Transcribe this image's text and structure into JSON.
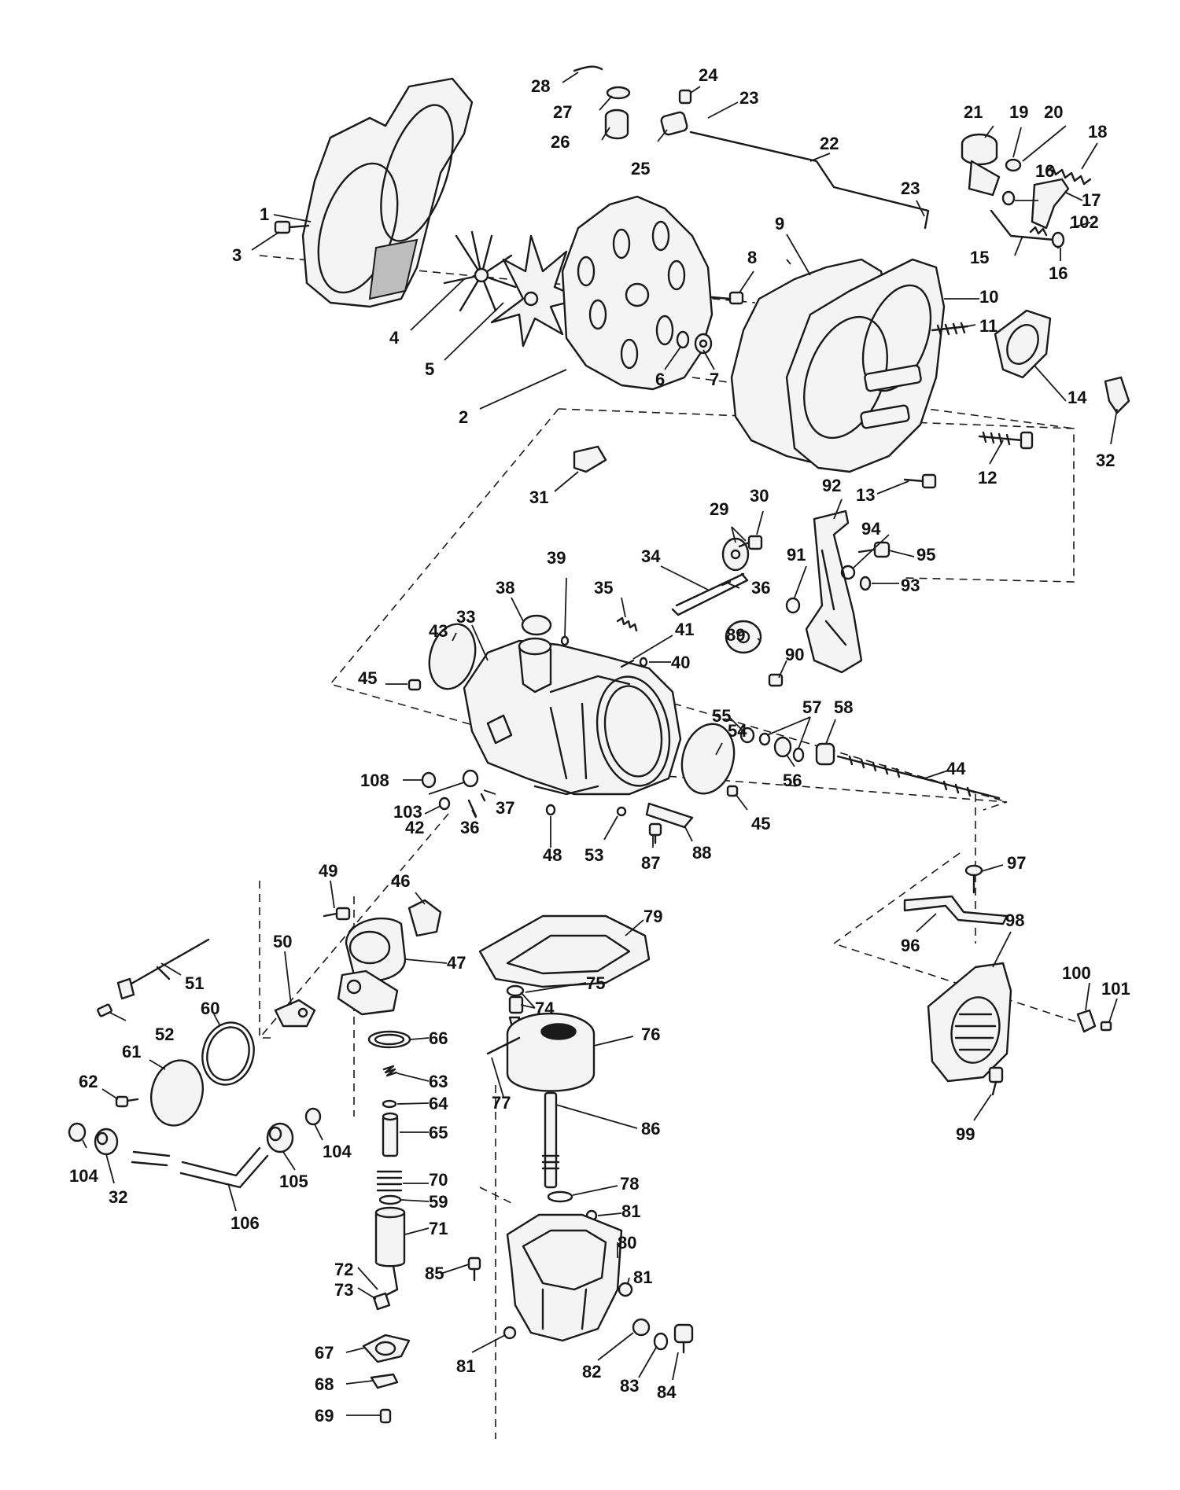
{
  "callouts": [
    {
      "n": "1"
    },
    {
      "n": "2"
    },
    {
      "n": "3"
    },
    {
      "n": "4"
    },
    {
      "n": "5"
    },
    {
      "n": "6"
    },
    {
      "n": "7"
    },
    {
      "n": "8"
    },
    {
      "n": "9"
    },
    {
      "n": "10"
    },
    {
      "n": "11"
    },
    {
      "n": "12"
    },
    {
      "n": "13"
    },
    {
      "n": "14"
    },
    {
      "n": "15"
    },
    {
      "n": "16"
    },
    {
      "n": "16"
    },
    {
      "n": "17"
    },
    {
      "n": "18"
    },
    {
      "n": "19"
    },
    {
      "n": "20"
    },
    {
      "n": "21"
    },
    {
      "n": "22"
    },
    {
      "n": "23"
    },
    {
      "n": "23"
    },
    {
      "n": "24"
    },
    {
      "n": "25"
    },
    {
      "n": "26"
    },
    {
      "n": "27"
    },
    {
      "n": "28"
    },
    {
      "n": "29"
    },
    {
      "n": "30"
    },
    {
      "n": "31"
    },
    {
      "n": "32"
    },
    {
      "n": "32"
    },
    {
      "n": "33"
    },
    {
      "n": "34"
    },
    {
      "n": "35"
    },
    {
      "n": "36"
    },
    {
      "n": "36"
    },
    {
      "n": "37"
    },
    {
      "n": "38"
    },
    {
      "n": "39"
    },
    {
      "n": "40"
    },
    {
      "n": "41"
    },
    {
      "n": "42"
    },
    {
      "n": "43"
    },
    {
      "n": "44"
    },
    {
      "n": "45"
    },
    {
      "n": "45"
    },
    {
      "n": "46"
    },
    {
      "n": "47"
    },
    {
      "n": "48"
    },
    {
      "n": "49"
    },
    {
      "n": "50"
    },
    {
      "n": "51"
    },
    {
      "n": "52"
    },
    {
      "n": "53"
    },
    {
      "n": "54"
    },
    {
      "n": "55"
    },
    {
      "n": "56"
    },
    {
      "n": "57"
    },
    {
      "n": "58"
    },
    {
      "n": "59"
    },
    {
      "n": "60"
    },
    {
      "n": "61"
    },
    {
      "n": "62"
    },
    {
      "n": "63"
    },
    {
      "n": "64"
    },
    {
      "n": "65"
    },
    {
      "n": "66"
    },
    {
      "n": "67"
    },
    {
      "n": "68"
    },
    {
      "n": "69"
    },
    {
      "n": "70"
    },
    {
      "n": "71"
    },
    {
      "n": "72"
    },
    {
      "n": "73"
    },
    {
      "n": "74"
    },
    {
      "n": "75"
    },
    {
      "n": "76"
    },
    {
      "n": "77"
    },
    {
      "n": "78"
    },
    {
      "n": "79"
    },
    {
      "n": "80"
    },
    {
      "n": "81"
    },
    {
      "n": "81"
    },
    {
      "n": "81"
    },
    {
      "n": "82"
    },
    {
      "n": "83"
    },
    {
      "n": "84"
    },
    {
      "n": "85"
    },
    {
      "n": "86"
    },
    {
      "n": "87"
    },
    {
      "n": "88"
    },
    {
      "n": "89"
    },
    {
      "n": "90"
    },
    {
      "n": "91"
    },
    {
      "n": "92"
    },
    {
      "n": "93"
    },
    {
      "n": "94"
    },
    {
      "n": "95"
    },
    {
      "n": "96"
    },
    {
      "n": "97"
    },
    {
      "n": "98"
    },
    {
      "n": "99"
    },
    {
      "n": "100"
    },
    {
      "n": "101"
    },
    {
      "n": "102"
    },
    {
      "n": "103"
    },
    {
      "n": "104"
    },
    {
      "n": "104"
    },
    {
      "n": "105"
    },
    {
      "n": "106"
    },
    {
      "n": "108"
    }
  ]
}
